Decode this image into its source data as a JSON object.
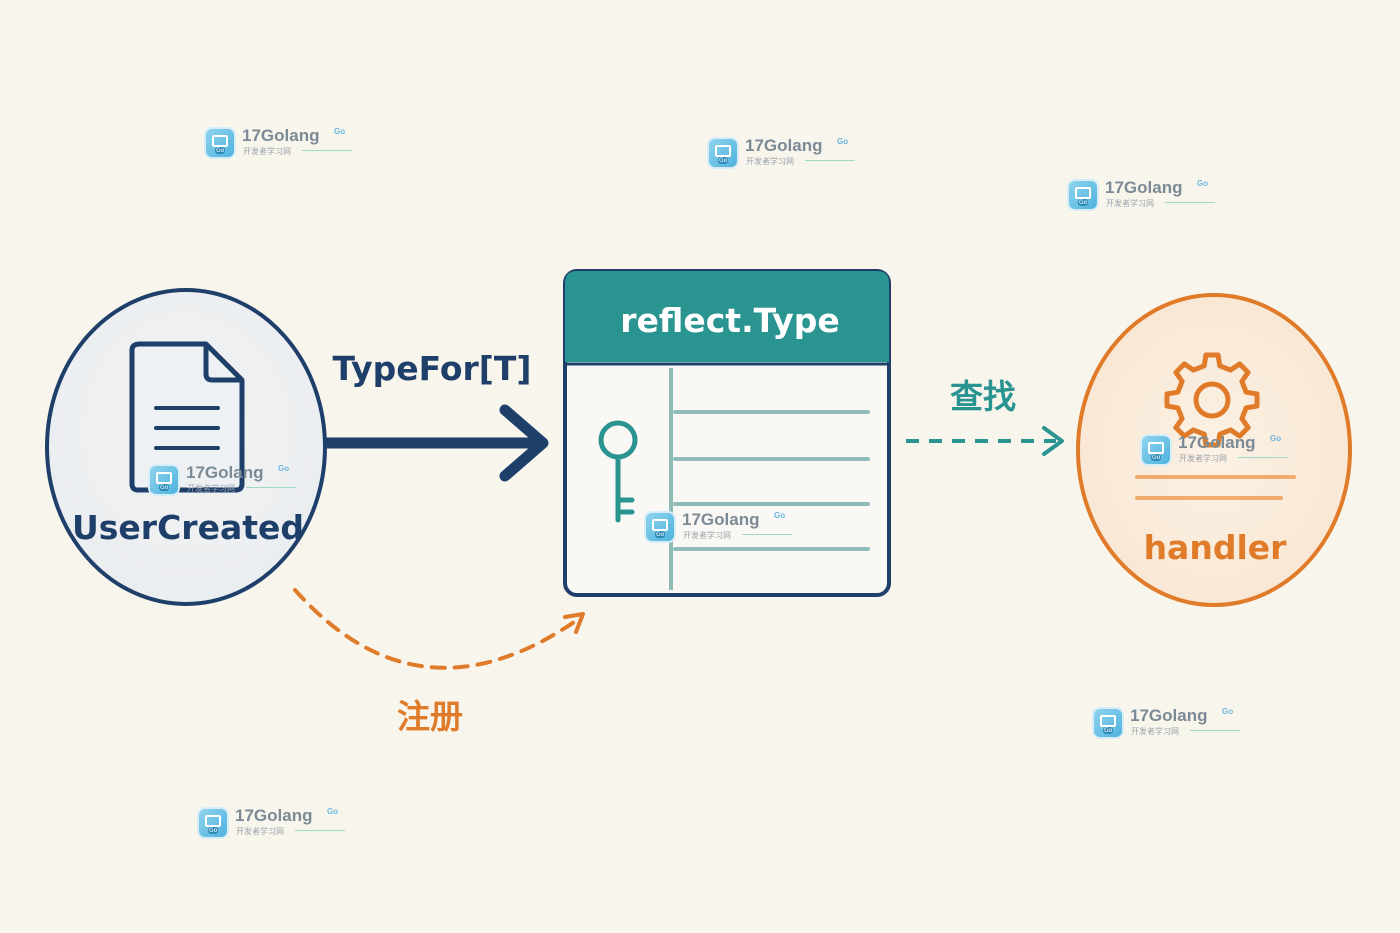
{
  "labels": {
    "event_type": "UserCreated",
    "typefor_arrow": "TypeFor[T]",
    "registry_header": "reflect.Type",
    "lookup_arrow": "查找",
    "handler": "handler",
    "register_arrow": "注册"
  },
  "watermark": {
    "brand": "17Golang",
    "badge": "Go",
    "subtitle": "开发者学习网"
  },
  "colors": {
    "navy": "#1f3f6b",
    "teal": "#2a9490",
    "orange": "#e07b2a",
    "background": "#f8f5ed"
  },
  "icons": [
    "document-icon",
    "key-icon",
    "gear-icon",
    "watermark-logo-icon"
  ]
}
